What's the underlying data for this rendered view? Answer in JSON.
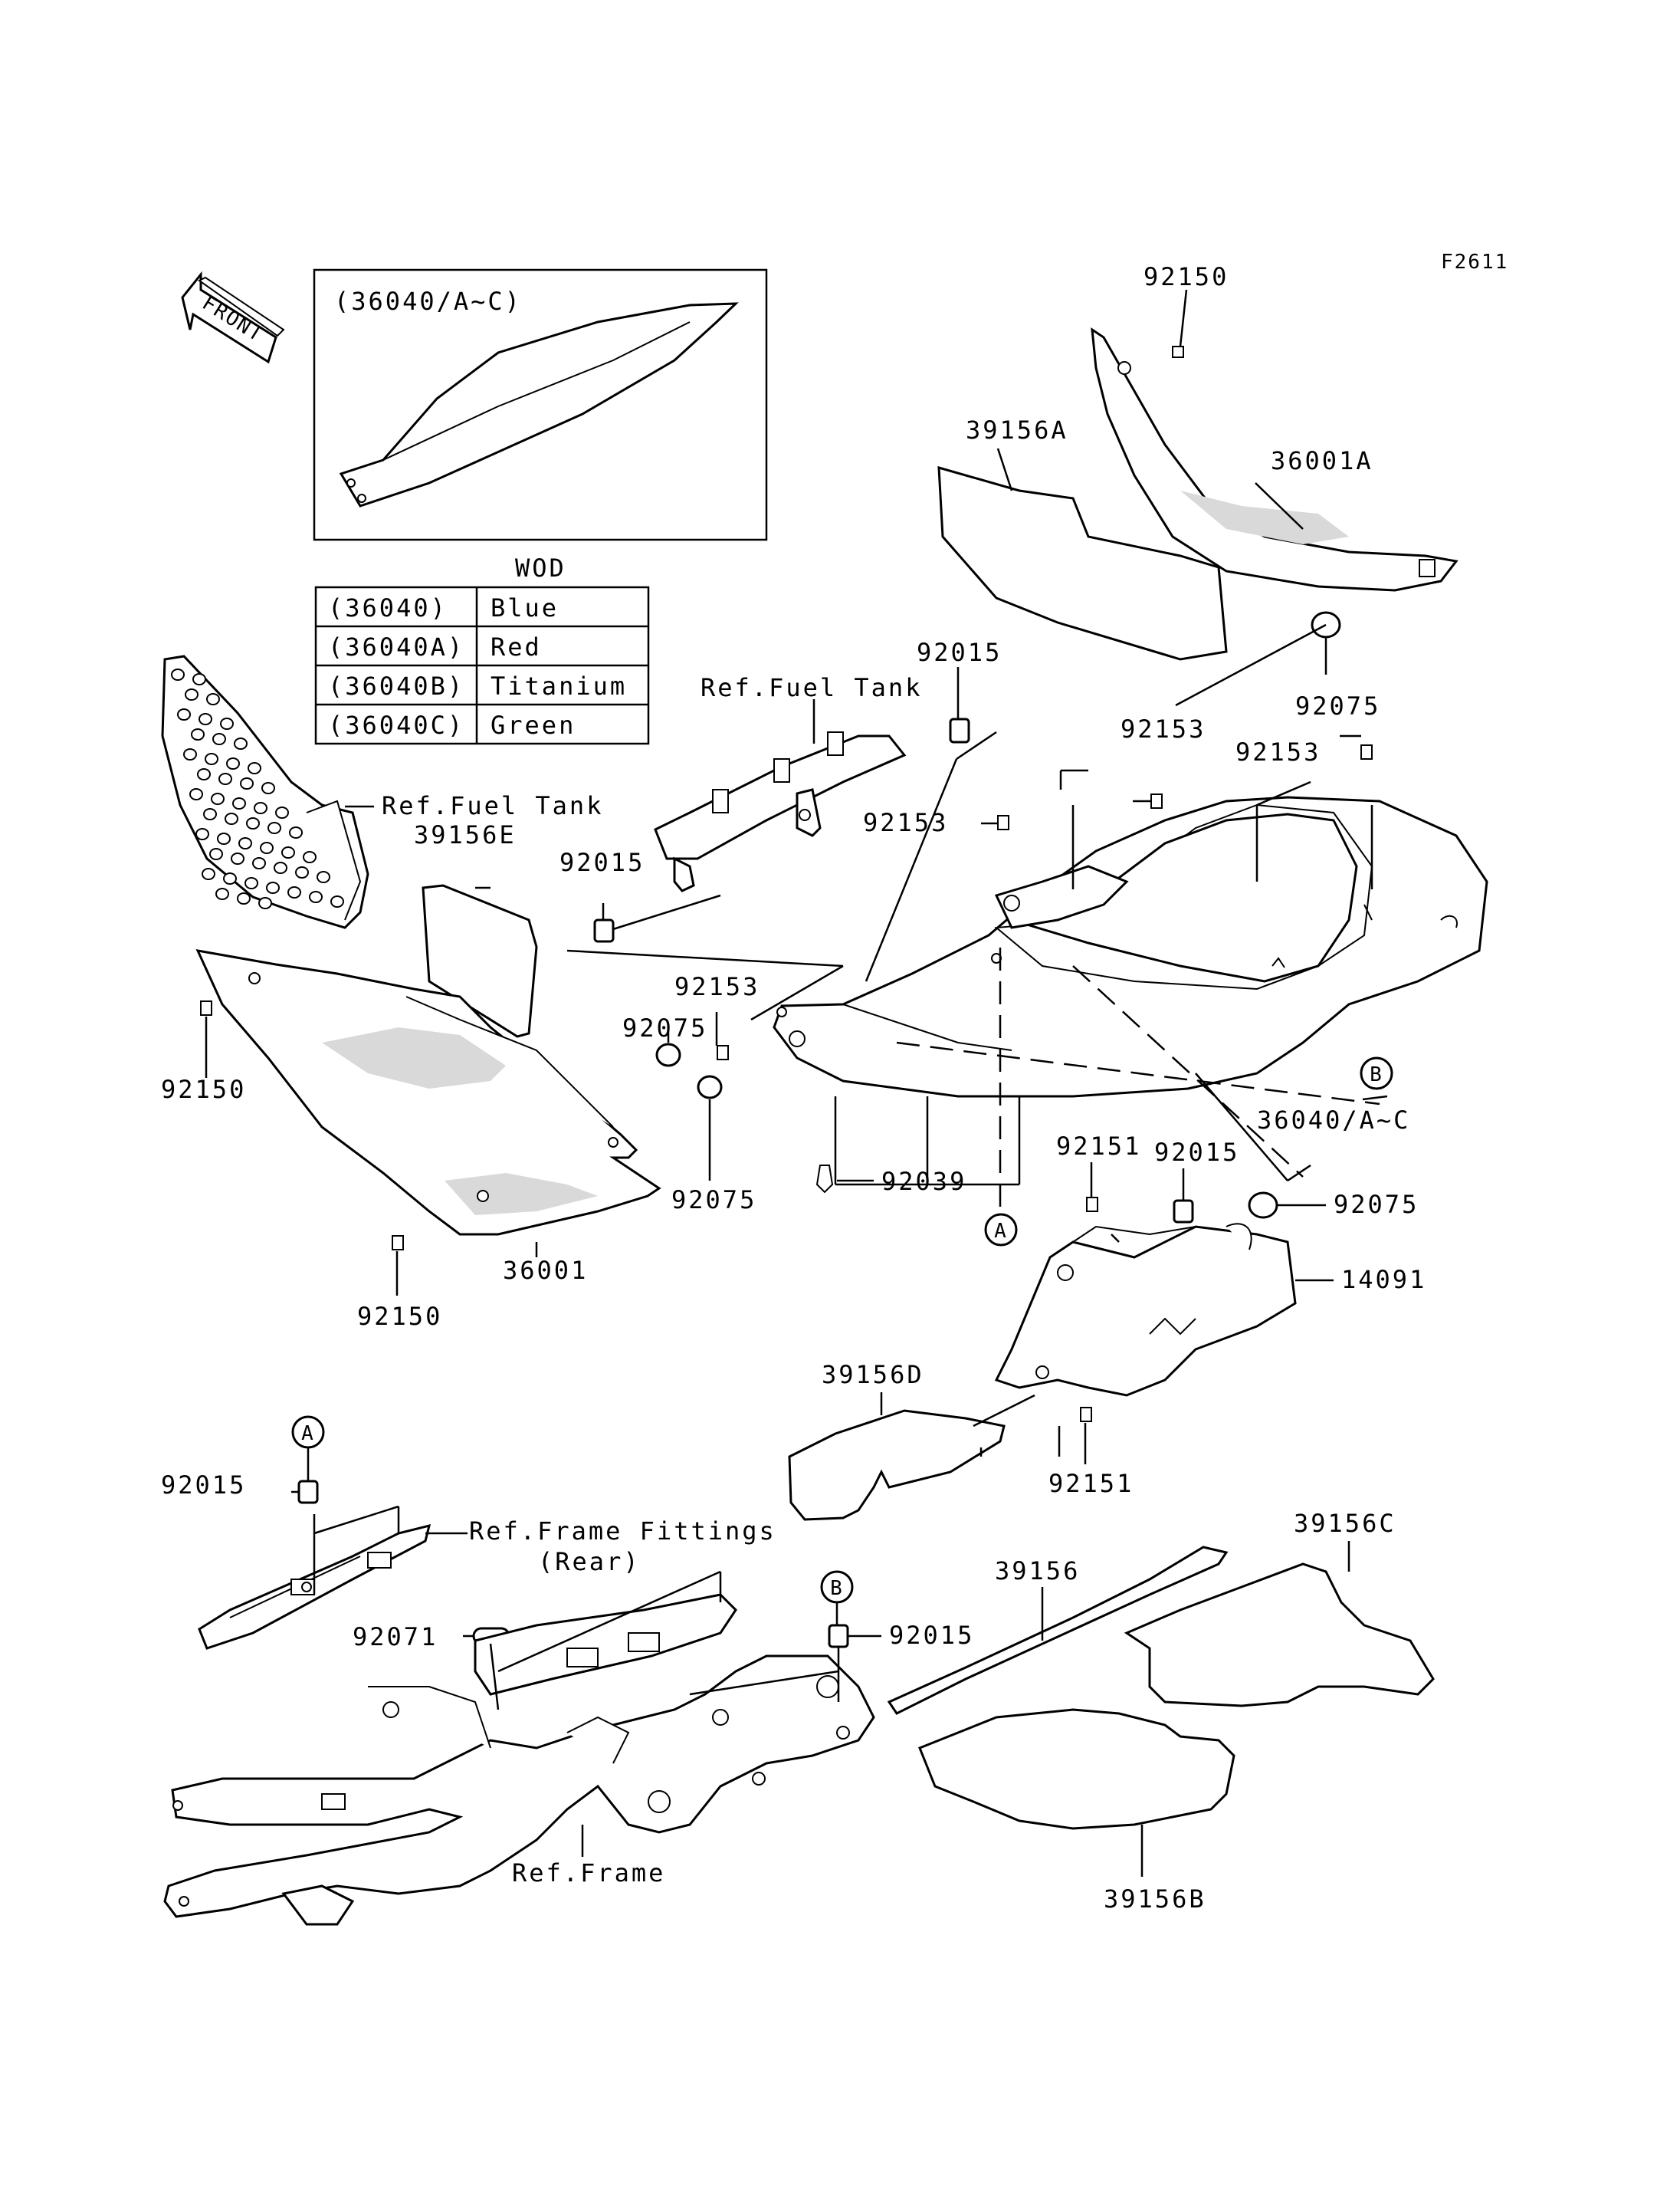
{
  "figure_code": "F2611",
  "front_arrow_label": "FRONT",
  "inset_label": "(36040/A~C)",
  "wod_table": {
    "title": "WOD",
    "rows": [
      {
        "part": "(36040)",
        "color": "Blue"
      },
      {
        "part": "(36040A)",
        "color": "Red"
      },
      {
        "part": "(36040B)",
        "color": "Titanium"
      },
      {
        "part": "(36040C)",
        "color": "Green"
      }
    ]
  },
  "callouts": {
    "c_92150_top": "92150",
    "c_39156A": "39156A",
    "c_36001A": "36001A",
    "c_92075_top": "92075",
    "c_92015_top": "92015",
    "c_ref_fuel_tank_top": "Ref.Fuel Tank",
    "c_92153_mid": "92153",
    "c_92153_center": "92153",
    "c_92153_right": "92153",
    "c_ref_fuel_tank_left": "Ref.Fuel Tank",
    "c_39156E": "39156E",
    "c_92015_left": "92015",
    "c_92153_low": "92153",
    "c_92075_left": "92075",
    "c_92150_left": "92150",
    "c_92075_lower": "92075",
    "c_92039": "92039",
    "c_36040_AC": "36040/A~C",
    "c_92151_top": "92151",
    "c_92015_right": "92015",
    "c_92075_right": "92075",
    "c_14091": "14091",
    "c_36001": "36001",
    "c_92150_bottom": "92150",
    "c_39156D": "39156D",
    "c_92151_bottom": "92151",
    "c_92015_frame": "92015",
    "c_ref_frame_fittings": "Ref.Frame Fittings",
    "c_ref_frame_fittings_rear": "(Rear)",
    "c_92071": "92071",
    "c_92015_frame_b": "92015",
    "c_ref_frame": "Ref.Frame",
    "c_39156": "39156",
    "c_39156C": "39156C",
    "c_39156B": "39156B"
  },
  "markers": {
    "a_top": "A",
    "b_right": "B",
    "a_lower": "A",
    "b_lower": "B"
  }
}
